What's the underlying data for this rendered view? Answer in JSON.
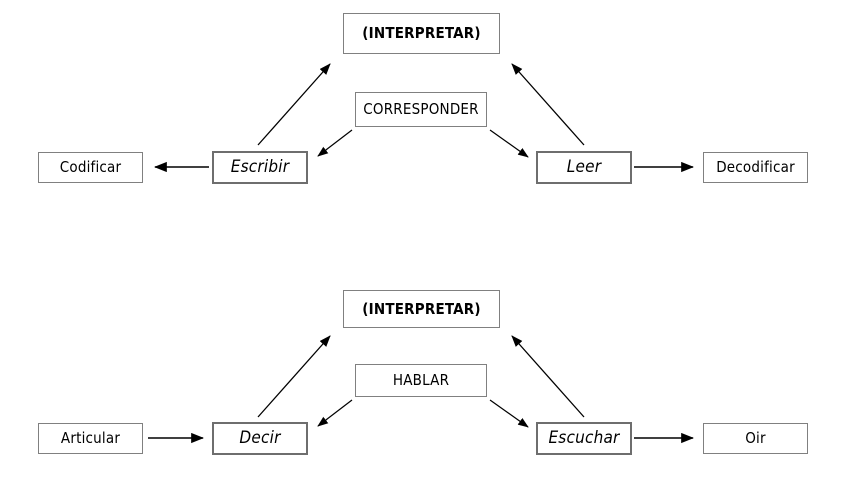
{
  "diagram": {
    "type": "process-flow",
    "groups": [
      {
        "id": "written",
        "interpret": {
          "label": "(INTERPRETAR)"
        },
        "middle": {
          "label": "CORRESPONDER"
        },
        "left_outer": {
          "label": "Codificar"
        },
        "left_inner": {
          "label": "Escribir"
        },
        "right_inner": {
          "label": "Leer"
        },
        "right_outer": {
          "label": "Decodificar"
        },
        "edges": [
          {
            "from": "Escribir",
            "to": "Codificar",
            "direction": "left"
          },
          {
            "from": "Escribir",
            "to": "(INTERPRETAR)",
            "direction": "up-right"
          },
          {
            "from": "CORRESPONDER",
            "to": "Escribir",
            "direction": "down-left"
          },
          {
            "from": "CORRESPONDER",
            "to": "Leer",
            "direction": "down-right"
          },
          {
            "from": "Leer",
            "to": "(INTERPRETAR)",
            "direction": "up-left"
          },
          {
            "from": "Leer",
            "to": "Decodificar",
            "direction": "right"
          }
        ]
      },
      {
        "id": "spoken",
        "interpret": {
          "label": "(INTERPRETAR)"
        },
        "middle": {
          "label": "HABLAR"
        },
        "left_outer": {
          "label": "Articular"
        },
        "left_inner": {
          "label": "Decir"
        },
        "right_inner": {
          "label": "Escuchar"
        },
        "right_outer": {
          "label": "Oir"
        },
        "edges": [
          {
            "from": "Articular",
            "to": "Decir",
            "direction": "right"
          },
          {
            "from": "Decir",
            "to": "(INTERPRETAR)",
            "direction": "up-right"
          },
          {
            "from": "HABLAR",
            "to": "Decir",
            "direction": "down-left"
          },
          {
            "from": "HABLAR",
            "to": "Escuchar",
            "direction": "down-right"
          },
          {
            "from": "Escuchar",
            "to": "(INTERPRETAR)",
            "direction": "up-left"
          },
          {
            "from": "Escuchar",
            "to": "Oir",
            "direction": "right"
          }
        ]
      }
    ],
    "colors": {
      "background": "#ffffff",
      "box_border": "#808080",
      "process_border": "#6e6e6e",
      "arrow": "#000000",
      "text": "#000000"
    }
  }
}
